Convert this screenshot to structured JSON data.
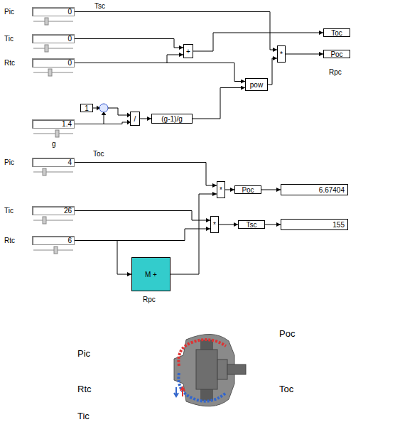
{
  "diagram": {
    "nodes": [
      {
        "text": [
          "0"
        ]
      },
      {
        "text": [
          "0"
        ]
      },
      {
        "text": [
          "0"
        ]
      },
      {
        "text": [
          "+"
        ]
      },
      {
        "text": [
          "Toc"
        ]
      },
      {
        "text": [
          "*"
        ]
      },
      {
        "text": [
          "Poc"
        ]
      },
      {
        "text": [
          "1"
        ]
      },
      {
        "text": [
          "1.4"
        ]
      },
      {
        "text": [
          "/"
        ]
      },
      {
        "text": [
          "(g-1)/g"
        ]
      },
      {
        "text": [
          "pow"
        ]
      },
      {
        "text": [
          "4"
        ]
      },
      {
        "text": [
          "26"
        ]
      },
      {
        "text": [
          "6"
        ]
      },
      {
        "text": [
          "*"
        ]
      },
      {
        "text": [
          "Poc"
        ]
      },
      {
        "text": [
          "6.67404"
        ]
      },
      {
        "text": [
          "*"
        ]
      },
      {
        "text": [
          "Tsc"
        ]
      },
      {
        "text": [
          "155"
        ]
      },
      {
        "text": [
          "M +"
        ]
      }
    ],
    "edges": [
      {
        "from": 0,
        "to": 5,
        "arrow": "to"
      },
      {
        "from": 1,
        "to": 3,
        "arrow": "to"
      },
      {
        "from": 2,
        "to": 3,
        "arrow": "to"
      },
      {
        "from": 2,
        "to": 11,
        "arrow": "to"
      },
      {
        "from": 3,
        "to": 4,
        "arrow": "to"
      },
      {
        "from": 11,
        "to": 5,
        "arrow": "to"
      },
      {
        "from": 5,
        "to": 6,
        "arrow": "to"
      },
      {
        "from": 10,
        "to": 11,
        "arrow": "to"
      },
      {
        "from": 9,
        "to": 10,
        "arrow": "to"
      },
      {
        "from": 12,
        "to": 15,
        "arrow": "to"
      },
      {
        "from": 13,
        "to": 18,
        "arrow": "to"
      },
      {
        "from": 14,
        "to": 18,
        "arrow": "to"
      },
      {
        "from": 14,
        "to": 21,
        "arrow": "to"
      },
      {
        "from": 21,
        "to": 15,
        "arrow": "to"
      },
      {
        "from": 15,
        "to": 16,
        "arrow": "to"
      },
      {
        "from": 16,
        "to": 17,
        "arrow": "to"
      },
      {
        "from": 18,
        "to": 19,
        "arrow": "to"
      },
      {
        "from": 19,
        "to": 20,
        "arrow": "to"
      }
    ],
    "labels": [
      "Pic",
      "Tsc",
      "Tic",
      "Rtc",
      "Rpc",
      "g",
      "Pic",
      "Toc",
      "Tic",
      "Rtc",
      "Rpc",
      "Poc",
      "Pic",
      "Rtc",
      "Toc",
      "Tic"
    ]
  }
}
